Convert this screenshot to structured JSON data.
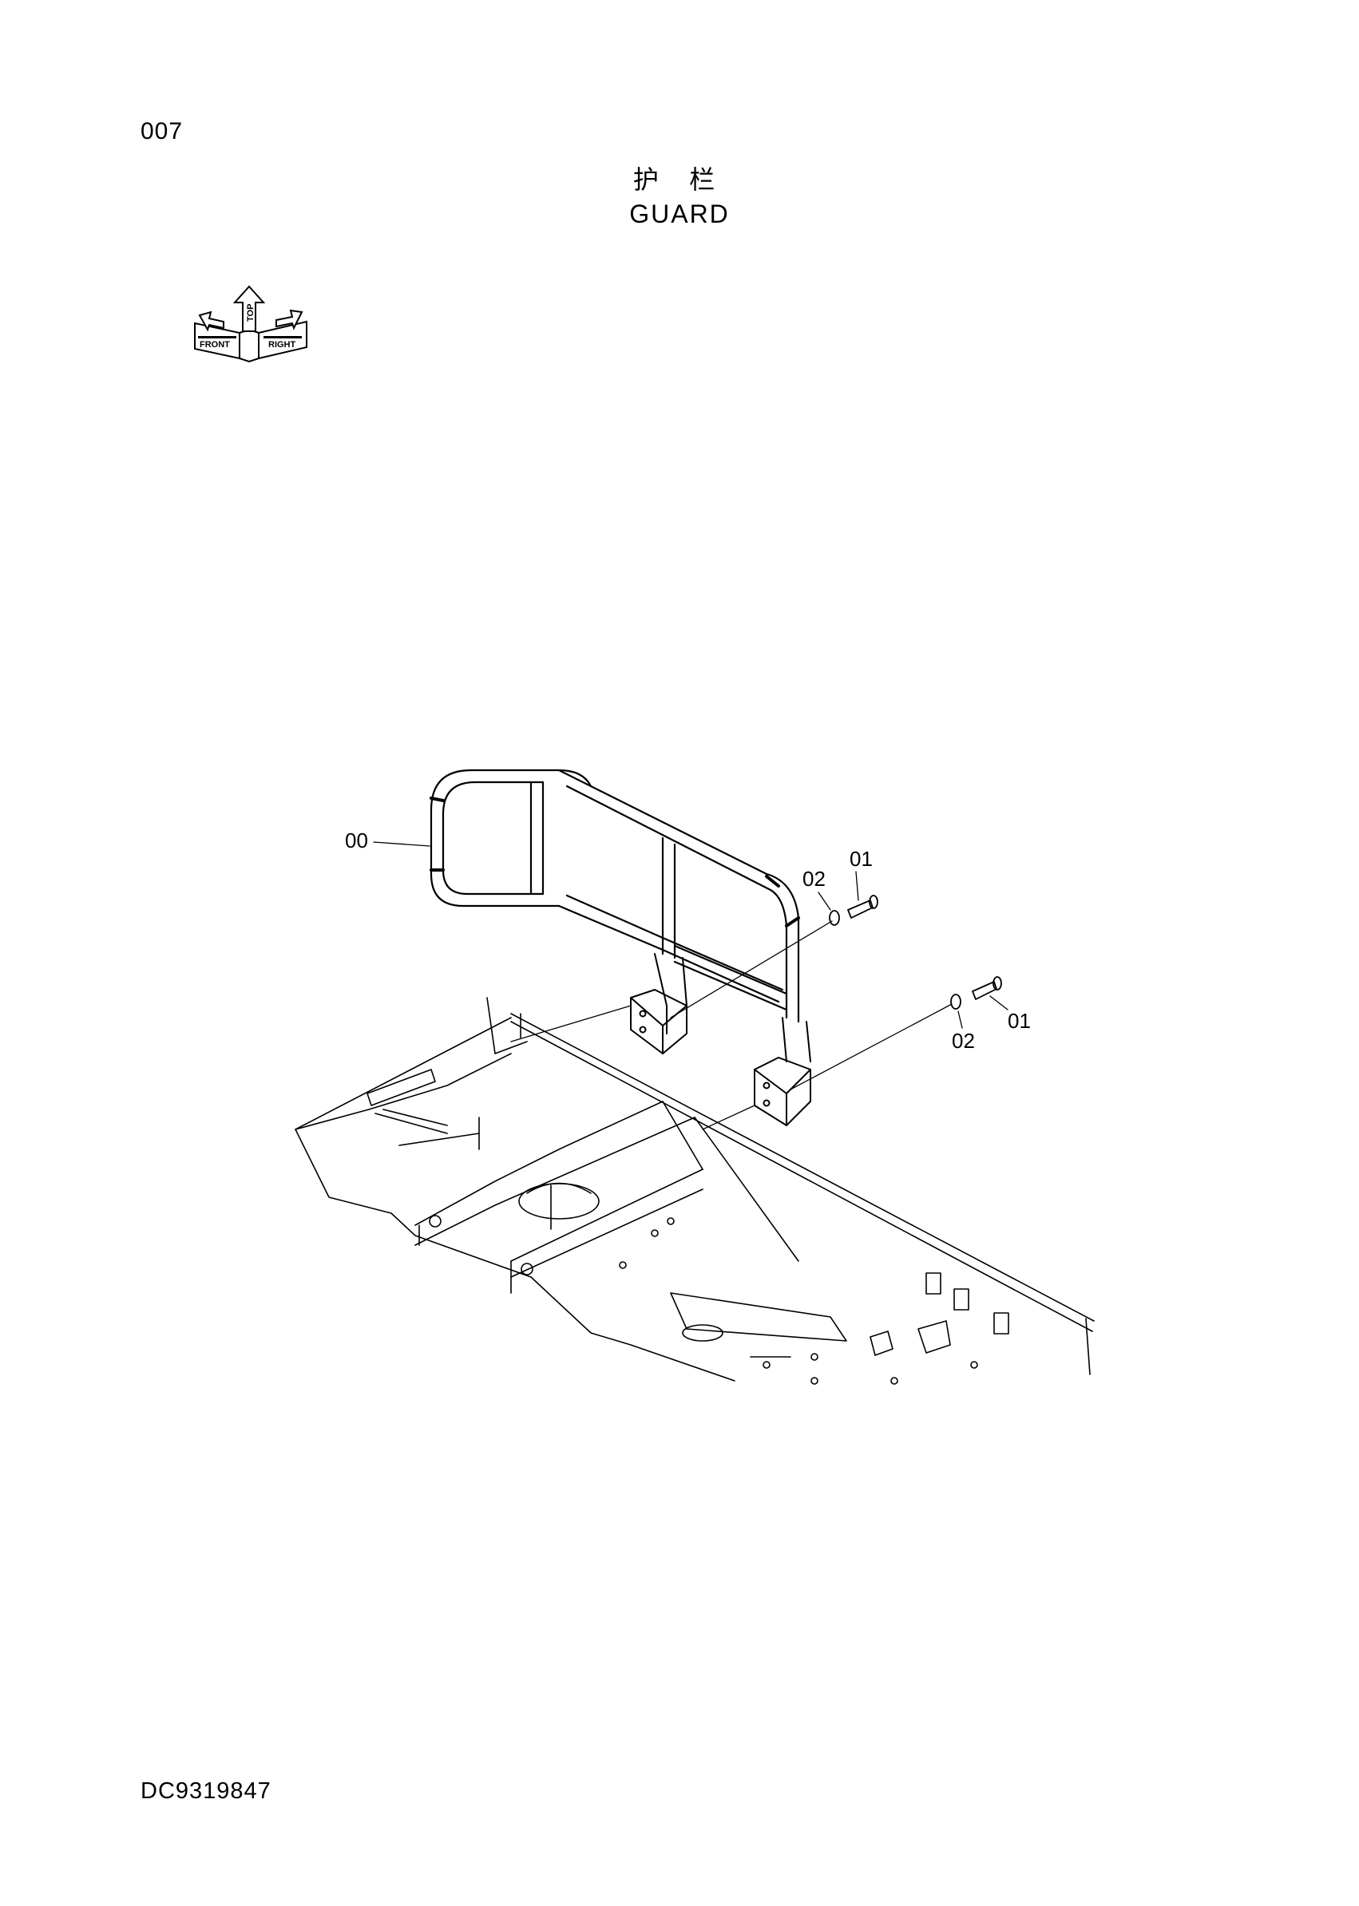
{
  "page": {
    "number": "007",
    "title_cn": "护 栏",
    "title_en": "GUARD",
    "doc_code": "DC9319847"
  },
  "orientation_symbol": {
    "labels": [
      "FRONT",
      "TOP",
      "RIGHT"
    ]
  },
  "callouts": [
    {
      "id": "c00",
      "label": "00"
    },
    {
      "id": "c01a",
      "label": "01"
    },
    {
      "id": "c02a",
      "label": "02"
    },
    {
      "id": "c01b",
      "label": "01"
    },
    {
      "id": "c02b",
      "label": "02"
    }
  ]
}
